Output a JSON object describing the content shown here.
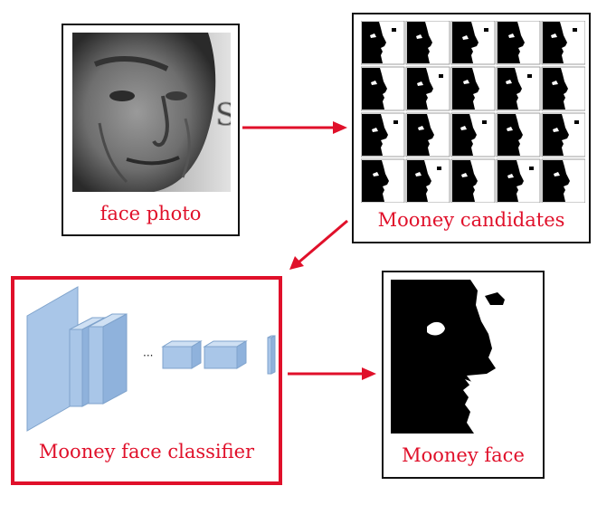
{
  "stages": {
    "photo": {
      "label": "face photo"
    },
    "candidates": {
      "label": "Mooney candidates",
      "grid_rows": 4,
      "grid_cols": 5
    },
    "classifier": {
      "label": "Mooney face classifier",
      "ellipsis": "···"
    },
    "result": {
      "label": "Mooney face"
    }
  },
  "colors": {
    "accent": "#e0102a",
    "layer": "#a9c6e8",
    "ink": "#000000"
  }
}
